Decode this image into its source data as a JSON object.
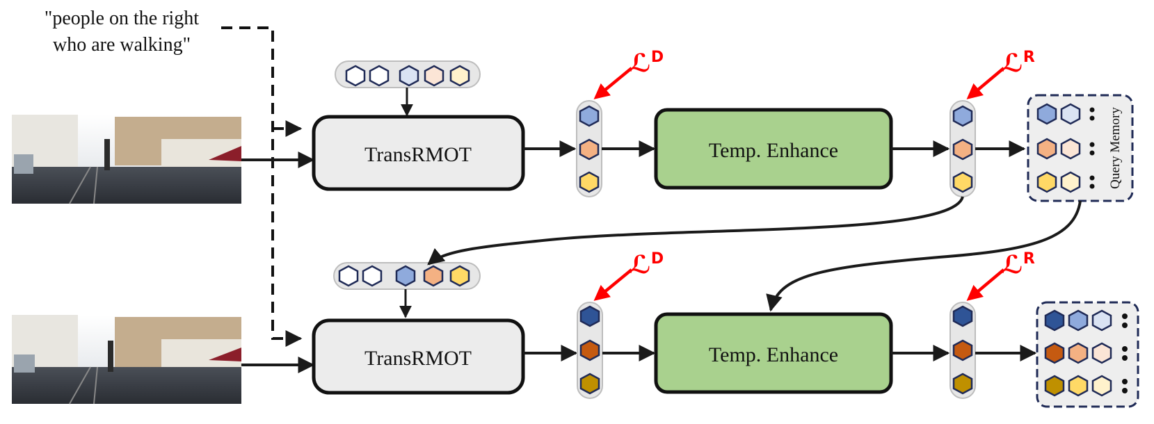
{
  "caption_text": {
    "line1": "\"people on the right",
    "line2": "who are walking\""
  },
  "blocks": {
    "detector_label": "TransRMOT",
    "enhance_label": "Temp. Enhance",
    "memory_label": "Query Memory"
  },
  "losses": {
    "detection_symbol": "ℒ",
    "detection_sup": "D",
    "reference_symbol": "ℒ",
    "reference_sup": "R"
  },
  "colors": {
    "enhance_fill": "#a9d18e",
    "detector_fill": "#ececec",
    "loss_red": "#ff0000",
    "blue_dark": "#2f5496",
    "blue_mid": "#8faadc",
    "blue_light": "#dae3f3",
    "orange_dark": "#c55a11",
    "orange_mid": "#f4b183",
    "orange_light": "#fbe5d6",
    "yellow_dark": "#bf9000",
    "yellow_mid": "#ffd966",
    "yellow_light": "#fff2cc"
  },
  "icons": [
    "street-scene-photo",
    "hexagon-query-token",
    "dashed-text-arrow",
    "solid-flow-arrow",
    "red-loss-arrow"
  ]
}
